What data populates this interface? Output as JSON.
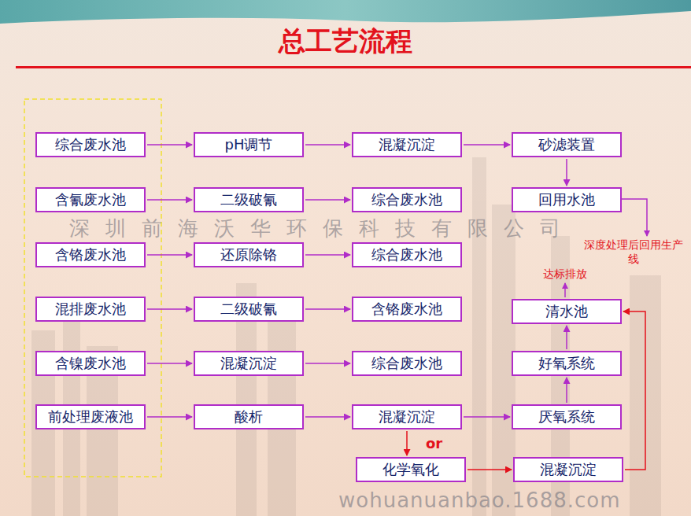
{
  "diagram": {
    "title": "总工艺流程",
    "nodes": [
      {
        "text": [
          "综合废水池"
        ]
      },
      {
        "text": [
          "pH调节"
        ]
      },
      {
        "text": [
          "混凝沉淀"
        ]
      },
      {
        "text": [
          "砂滤装置"
        ]
      },
      {
        "text": [
          "含氰废水池"
        ]
      },
      {
        "text": [
          "二级破氰"
        ]
      },
      {
        "text": [
          "综合废水池"
        ]
      },
      {
        "text": [
          "回用水池"
        ]
      },
      {
        "text": [
          "含铬废水池"
        ]
      },
      {
        "text": [
          "还原除铬"
        ]
      },
      {
        "text": [
          "综合废水池"
        ]
      },
      {
        "text": [
          "混排废水池"
        ]
      },
      {
        "text": [
          "二级破氰"
        ]
      },
      {
        "text": [
          "含铬废水池"
        ]
      },
      {
        "text": [
          "清水池"
        ]
      },
      {
        "text": [
          "含镍废水池"
        ]
      },
      {
        "text": [
          "混凝沉淀"
        ]
      },
      {
        "text": [
          "综合废水池"
        ]
      },
      {
        "text": [
          "好氧系统"
        ]
      },
      {
        "text": [
          "前处理废液池"
        ]
      },
      {
        "text": [
          "酸析"
        ]
      },
      {
        "text": [
          "混凝沉淀"
        ]
      },
      {
        "text": [
          "厌氧系统"
        ]
      },
      {
        "text": [
          "化学氧化"
        ]
      },
      {
        "text": [
          "混凝沉淀"
        ]
      }
    ],
    "edges": [
      {
        "from": 0,
        "to": 1,
        "arrow": "to"
      },
      {
        "from": 1,
        "to": 2,
        "arrow": "to"
      },
      {
        "from": 2,
        "to": 3,
        "arrow": "to"
      },
      {
        "from": 3,
        "to": 7,
        "arrow": "to"
      },
      {
        "from": 4,
        "to": 5,
        "arrow": "to"
      },
      {
        "from": 5,
        "to": 6,
        "arrow": "to"
      },
      {
        "from": 8,
        "to": 9,
        "arrow": "to"
      },
      {
        "from": 9,
        "to": 10,
        "arrow": "to"
      },
      {
        "from": 11,
        "to": 12,
        "arrow": "to"
      },
      {
        "from": 12,
        "to": 13,
        "arrow": "to"
      },
      {
        "from": 15,
        "to": 16,
        "arrow": "to"
      },
      {
        "from": 16,
        "to": 17,
        "arrow": "to"
      },
      {
        "from": 19,
        "to": 20,
        "arrow": "to"
      },
      {
        "from": 20,
        "to": 21,
        "arrow": "to"
      },
      {
        "from": 21,
        "to": 22,
        "arrow": "to"
      },
      {
        "from": 22,
        "to": 18,
        "arrow": "to"
      },
      {
        "from": 18,
        "to": 14,
        "arrow": "to"
      },
      {
        "from": 21,
        "to": 23,
        "arrow": "to"
      },
      {
        "from": 23,
        "to": 24,
        "arrow": "to"
      },
      {
        "from": 24,
        "to": 14,
        "arrow": "to"
      }
    ],
    "labels": [
      "深度处理后回用生产线",
      "达标排放",
      "or",
      "深圳前海沃华环保科技有限公司",
      "wohuanuanbao.1688.com"
    ]
  }
}
